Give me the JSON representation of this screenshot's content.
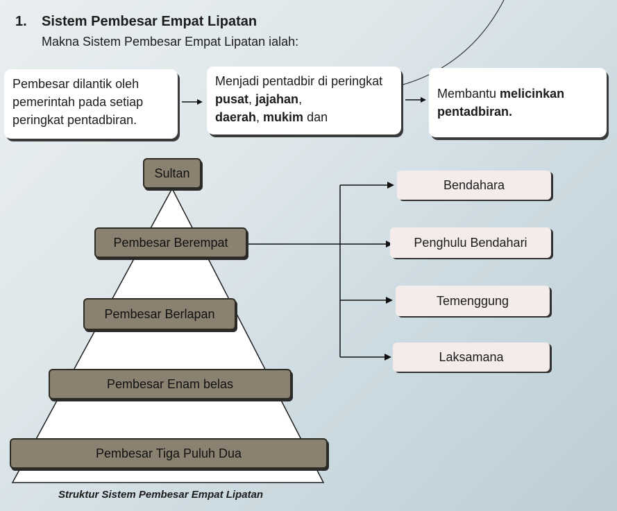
{
  "heading": {
    "number": "1.",
    "title": "Sistem Pembesar Empat Lipatan"
  },
  "subheading": "Makna Sistem Pembesar Empat Lipatan ialah:",
  "boxes": {
    "box1": "Pembesar dilantik oleh pemerintah pada setiap peringkat pentadbiran.",
    "box2": {
      "part1": "Menjadi pentadbir di peringkat ",
      "pusat": "pusat",
      "comma1": ", ",
      "jajahan": "jajahan",
      "comma2": ",",
      "daerah": "daerah",
      "comma3": ", ",
      "mukim": "mukim",
      "dan": " dan"
    },
    "box3": {
      "part1": "Membantu ",
      "bold": "melicinkan pentadbiran",
      "end": "."
    }
  },
  "levels": {
    "sultan": "Sultan",
    "empat": "Pembesar Berempat",
    "lapan": "Pembesar Berlapan",
    "enam_belas": "Pembesar Enam belas",
    "tiga_puluh_dua": "Pembesar Tiga Puluh Dua"
  },
  "offices": [
    "Bendahara",
    "Penghulu Bendahari",
    "Temenggung",
    "Laksamana"
  ],
  "caption": "Struktur Sistem Pembesar Empat Lipatan",
  "colors": {
    "level_fill": "#8a8170",
    "office_fill": "#f4ecea",
    "box_fill": "#ffffff"
  }
}
